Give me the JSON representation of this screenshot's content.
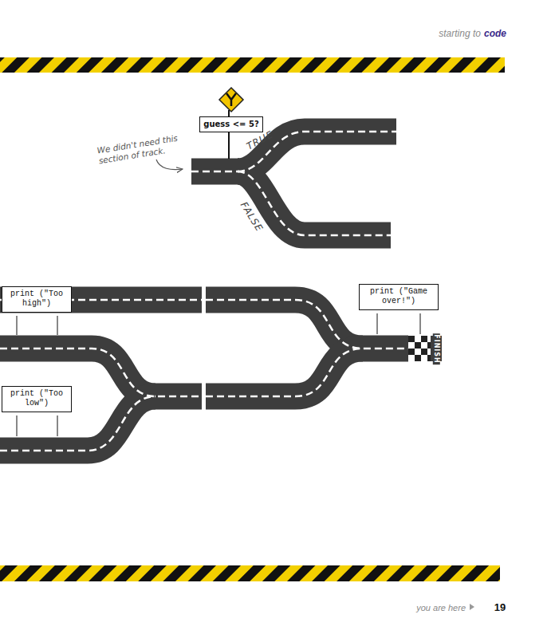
{
  "diagram": {
    "nodes": [
      {
        "text": [
          "guess <= 5?"
        ]
      },
      {
        "text": [
          "print (\"Too high\")"
        ]
      },
      {
        "text": [
          "print (\"Too low\")"
        ]
      },
      {
        "text": [
          "print (\"Game over!\")"
        ]
      }
    ],
    "labels": [
      "starting to",
      "code",
      "TRUE",
      "FALSE",
      "We didn't need this section of track.",
      "FINISH",
      "you are here",
      "19"
    ]
  }
}
